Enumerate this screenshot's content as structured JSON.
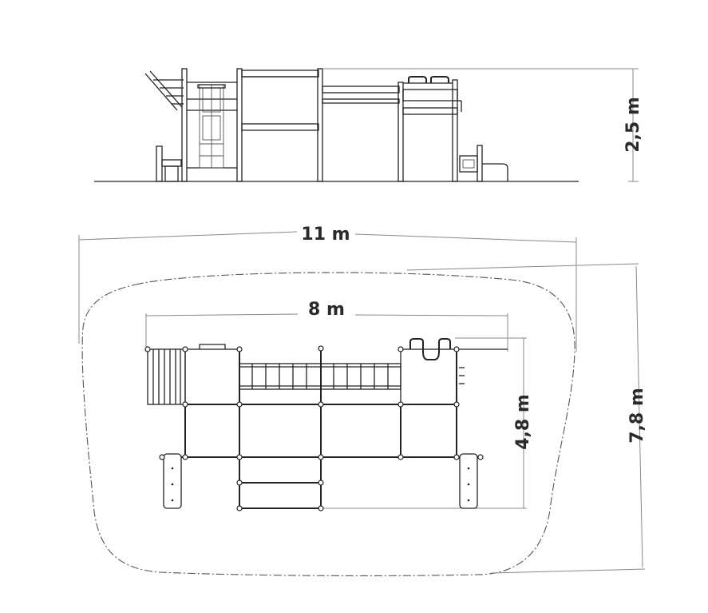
{
  "dimensions": {
    "height_side": "2,5 m",
    "overall_width": "11 m",
    "structure_width": "8 m",
    "structure_depth": "4,8 m",
    "overall_depth": "7,8 m"
  },
  "colors": {
    "line": "#222222",
    "dimension_line": "#888888",
    "text": "#2a2a2a"
  }
}
